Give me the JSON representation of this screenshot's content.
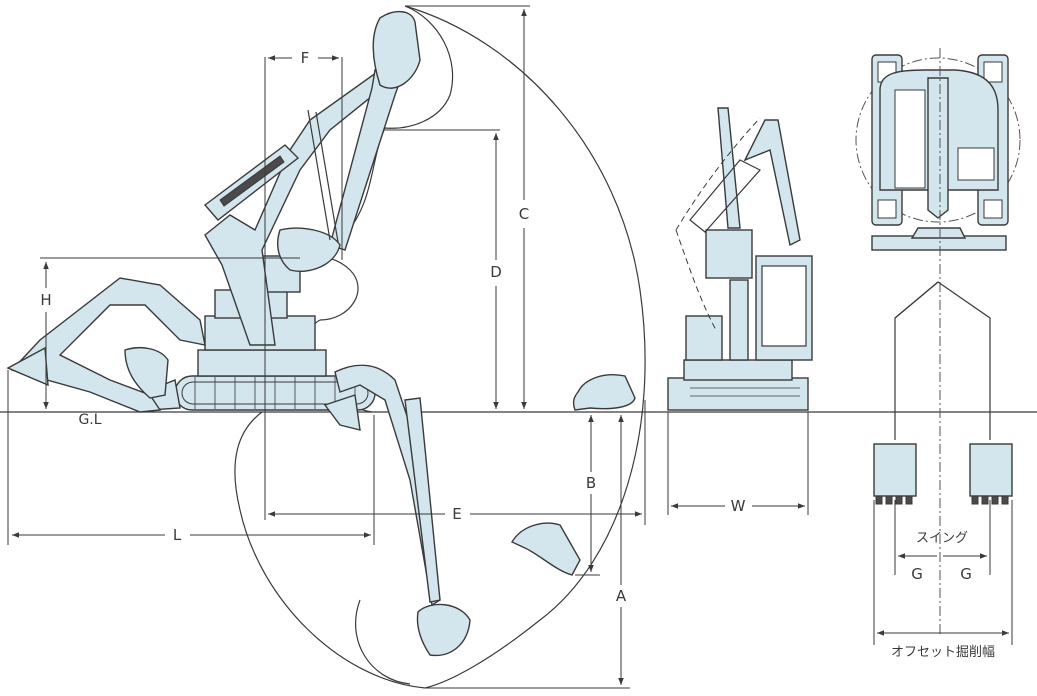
{
  "diagram": {
    "labels": {
      "A": "A",
      "B": "B",
      "C": "C",
      "D": "D",
      "E": "E",
      "F": "F",
      "G_left": "G",
      "G_right": "G",
      "H": "H",
      "L": "L",
      "W": "W",
      "ground_line": "G.L",
      "swing": "スイング",
      "offset_width": "オフセット掘削幅"
    },
    "colors": {
      "machine_fill": "#d3e6ee",
      "line": "#3a3a3a",
      "background": "#ffffff"
    }
  }
}
